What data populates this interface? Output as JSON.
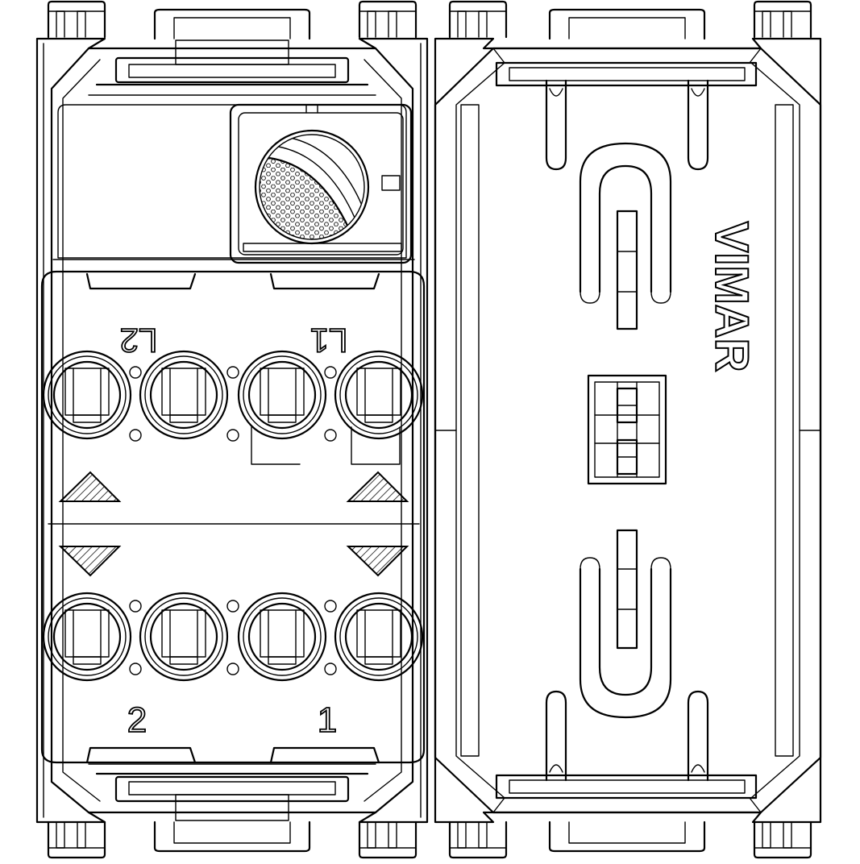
{
  "brand": {
    "text": "VIMAR"
  },
  "terminals": {
    "top_left_label": "L2",
    "top_right_label": "L1",
    "bottom_left_label": "2",
    "bottom_right_label": "1"
  },
  "colors": {
    "line": "#000000",
    "background": "#ffffff"
  }
}
